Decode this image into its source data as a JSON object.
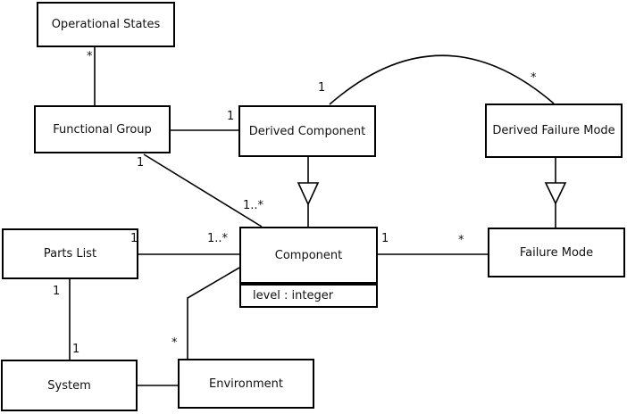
{
  "diagram": {
    "type": "uml-class-diagram",
    "colors": {
      "background": "#ffffff",
      "line": "#000000",
      "box_fill": "#ffffff",
      "text": "#111111"
    }
  },
  "classes": {
    "operational_states": {
      "name": "Operational States"
    },
    "functional_group": {
      "name": "Functional Group"
    },
    "derived_component": {
      "name": "Derived Component"
    },
    "derived_failure_mode": {
      "name": "Derived Failure Mode"
    },
    "parts_list": {
      "name": "Parts List"
    },
    "component": {
      "name": "Component",
      "attributes": [
        "level : integer"
      ]
    },
    "failure_mode": {
      "name": "Failure Mode"
    },
    "system": {
      "name": "System"
    },
    "environment": {
      "name": "Environment"
    }
  },
  "multiplicities": {
    "operational_states_end": "*",
    "functional_group_to_derived_component": "1",
    "functional_group_to_component": "1",
    "component_from_functional_group": "1..*",
    "derived_component_arc_end": "1",
    "derived_failure_mode_arc_end": "*",
    "parts_list_to_component": "1",
    "component_from_parts_list": "1..*",
    "component_to_failure_mode": "1",
    "failure_mode_from_component": "*",
    "parts_list_to_system": "1",
    "system_from_parts_list": "1",
    "environment_from_component": "*"
  }
}
